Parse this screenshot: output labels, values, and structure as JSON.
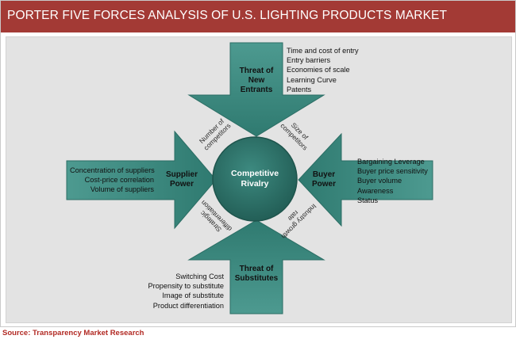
{
  "title": "PORTER FIVE FORCES ANALYSIS OF U.S. LIGHTING PRODUCTS MARKET",
  "source": "Source: Transparency Market Research",
  "colors": {
    "title_bar": "#a33a35",
    "arrow": "#3f8b82",
    "center": "#2d6f66"
  },
  "center": {
    "line1": "Competitive",
    "line2": "Rivalry"
  },
  "forces": {
    "new_entrants": {
      "title1": "Threat of",
      "title2": "New",
      "title3": "Entrants",
      "items": [
        "Time and cost of entry",
        "Entry barriers",
        "Economies of scale",
        "Learning Curve",
        "Patents"
      ]
    },
    "supplier": {
      "title1": "Supplier",
      "title2": "Power",
      "items": [
        "Concentration of suppliers",
        "Cost-price correlation",
        "Volume of suppliers"
      ]
    },
    "buyer": {
      "title1": "Buyer",
      "title2": "Power",
      "items": [
        "Bargaining Leverage",
        "Buyer price sensitivity",
        "Buyer volume",
        "Awareness",
        "Status"
      ]
    },
    "substitutes": {
      "title1": "Threat of",
      "title2": "Substitutes",
      "items": [
        "Switching Cost",
        "Propensity to substitute",
        "Image of substitute",
        "Product differentiation"
      ]
    }
  },
  "rivalry_factors": {
    "number_of_competitors": {
      "line1": "Number of",
      "line2": "competitors"
    },
    "size_of_competitors": {
      "line1": "Size of",
      "line2": "competitors"
    },
    "strategic_differentiation": {
      "line1": "Strategic",
      "line2": "differentiation"
    },
    "industry_growth_rate": {
      "line1": "Industry growth",
      "line2": "rate"
    }
  }
}
